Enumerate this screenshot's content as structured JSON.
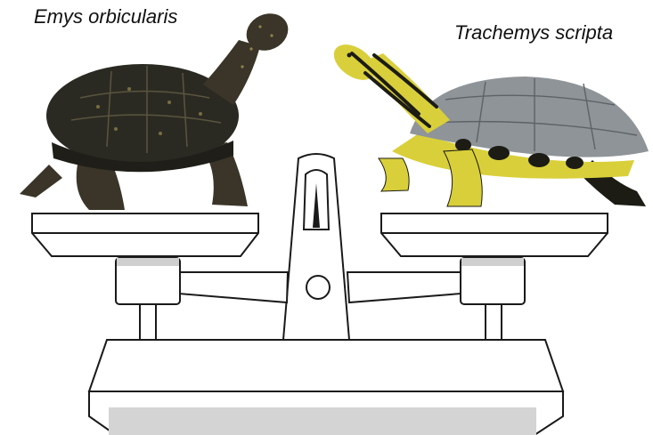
{
  "labels": {
    "left_species": "Emys orbicularis",
    "right_species": "Trachemys scripta"
  },
  "colors": {
    "outline": "#1a1a1a",
    "scale_fill": "#ffffff",
    "scale_shadow": "#cfcfcf",
    "emys_shell": "#2b2a22",
    "emys_skin": "#3a3528",
    "emys_spots": "#b8a45a",
    "trachemys_shell": "#8f9498",
    "trachemys_skin": "#d9cf3a",
    "trachemys_stripes": "#1c1c14"
  },
  "icons": {
    "left_animal": "european-pond-turtle",
    "right_animal": "red-eared-slider-turtle",
    "device": "balance-scale"
  }
}
